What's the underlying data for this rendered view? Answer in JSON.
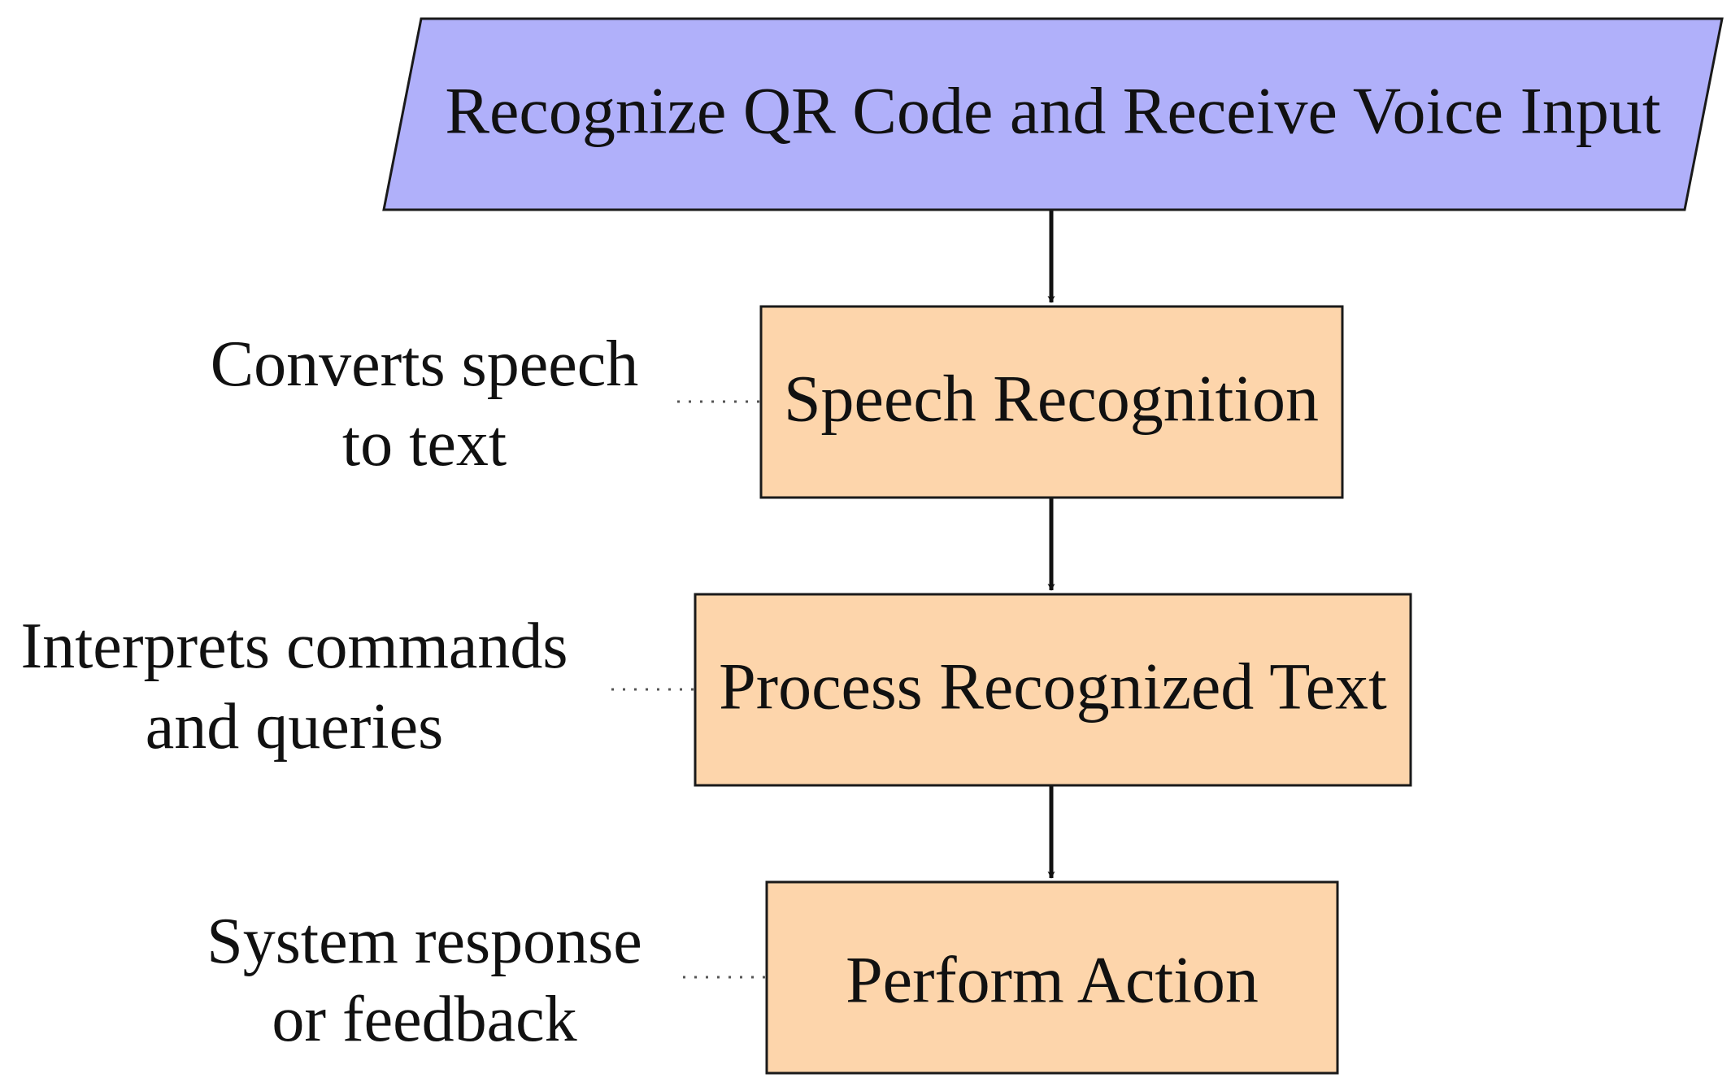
{
  "diagram": {
    "colors": {
      "io_fill": "#b0b0fa",
      "process_fill": "#fdd5ab",
      "stroke": "#1a1a1a",
      "arrow": "#111111",
      "note_connector": "#555555"
    },
    "nodes": [
      {
        "id": "input",
        "shape": "parallelogram",
        "label": "Recognize QR Code and Receive Voice Input"
      },
      {
        "id": "speech",
        "shape": "rectangle",
        "label": "Speech Recognition"
      },
      {
        "id": "process",
        "shape": "rectangle",
        "label": "Process Recognized Text"
      },
      {
        "id": "action",
        "shape": "rectangle",
        "label": "Perform Action"
      }
    ],
    "edges": [
      {
        "from": "input",
        "to": "speech"
      },
      {
        "from": "speech",
        "to": "process"
      },
      {
        "from": "process",
        "to": "action"
      }
    ],
    "notes": [
      {
        "target": "speech",
        "lines": [
          "Converts speech",
          "to text"
        ]
      },
      {
        "target": "process",
        "lines": [
          "Interprets commands",
          "and queries"
        ]
      },
      {
        "target": "action",
        "lines": [
          "System response",
          "or feedback"
        ]
      }
    ]
  }
}
